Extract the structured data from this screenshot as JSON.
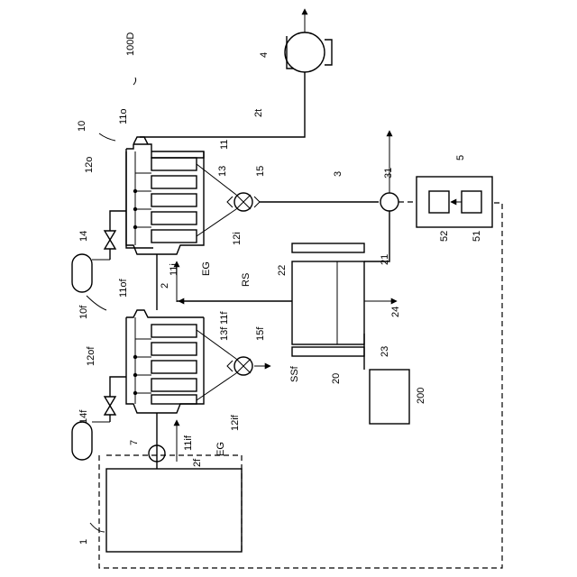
{
  "figure": {
    "ref_main": "100D",
    "labels": {
      "l1": "1",
      "l2": "2",
      "l2f": "2f",
      "l2t": "2t",
      "l3": "3",
      "l4": "4",
      "l5": "5",
      "l7": "7",
      "l10": "10",
      "l10f": "10f",
      "l11": "11",
      "l11f": "11f",
      "l11i": "11i",
      "l11if": "11if",
      "l11o": "11o",
      "l11of": "11of",
      "l12i": "12i",
      "l12if": "12if",
      "l12o": "12o",
      "l12of": "12of",
      "l13": "13",
      "l13f": "13f",
      "l14": "14",
      "l14f": "14f",
      "l15": "15",
      "l15f": "15f",
      "l20": "20",
      "l21": "21",
      "l22": "22",
      "l23": "23",
      "l24": "24",
      "l31": "31",
      "l51": "51",
      "l52": "52",
      "l200": "200",
      "eg_top": "EG",
      "eg_bottom": "EG",
      "rs": "RS",
      "ssf": "SSf"
    }
  }
}
